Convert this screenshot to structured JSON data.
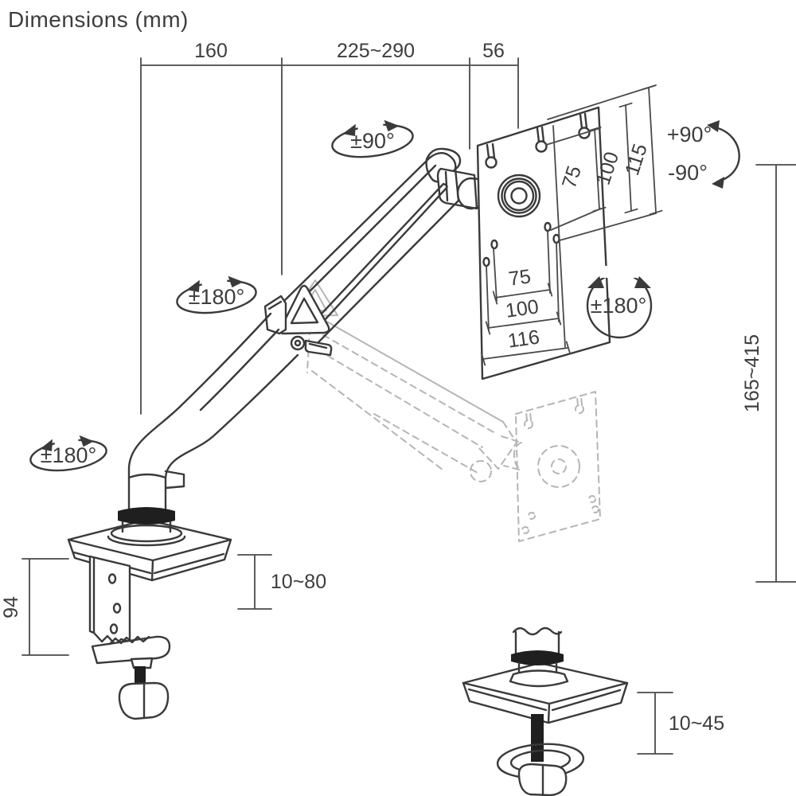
{
  "title": "Dimensions (mm)",
  "colors": {
    "line": "#3a3a3a",
    "dim": "#4a4a4a",
    "ghost": "#b5b5b5",
    "text": "#3d3d3d",
    "fill": "#1f1f1f",
    "bg": "#ffffff"
  },
  "dimensions": {
    "top_arm_rear": "160",
    "top_arm_front": "225~290",
    "top_head": "56",
    "height_range": "165~415",
    "vesa_right": {
      "inner": "75",
      "middle": "100",
      "outer": "115"
    },
    "vesa_bottom": {
      "inner": "75",
      "middle": "100",
      "outer": "116"
    },
    "desk_clamp_range": "10~80",
    "clamp_bracket_height": "94",
    "grommet_range": "10~45"
  },
  "rotations": {
    "head_swivel": "±90°",
    "tilt_up": "+90°",
    "tilt_down": "-90°",
    "vesa_rotate": "±180°",
    "elbow_swivel": "±180°",
    "base_swivel": "±180°"
  }
}
